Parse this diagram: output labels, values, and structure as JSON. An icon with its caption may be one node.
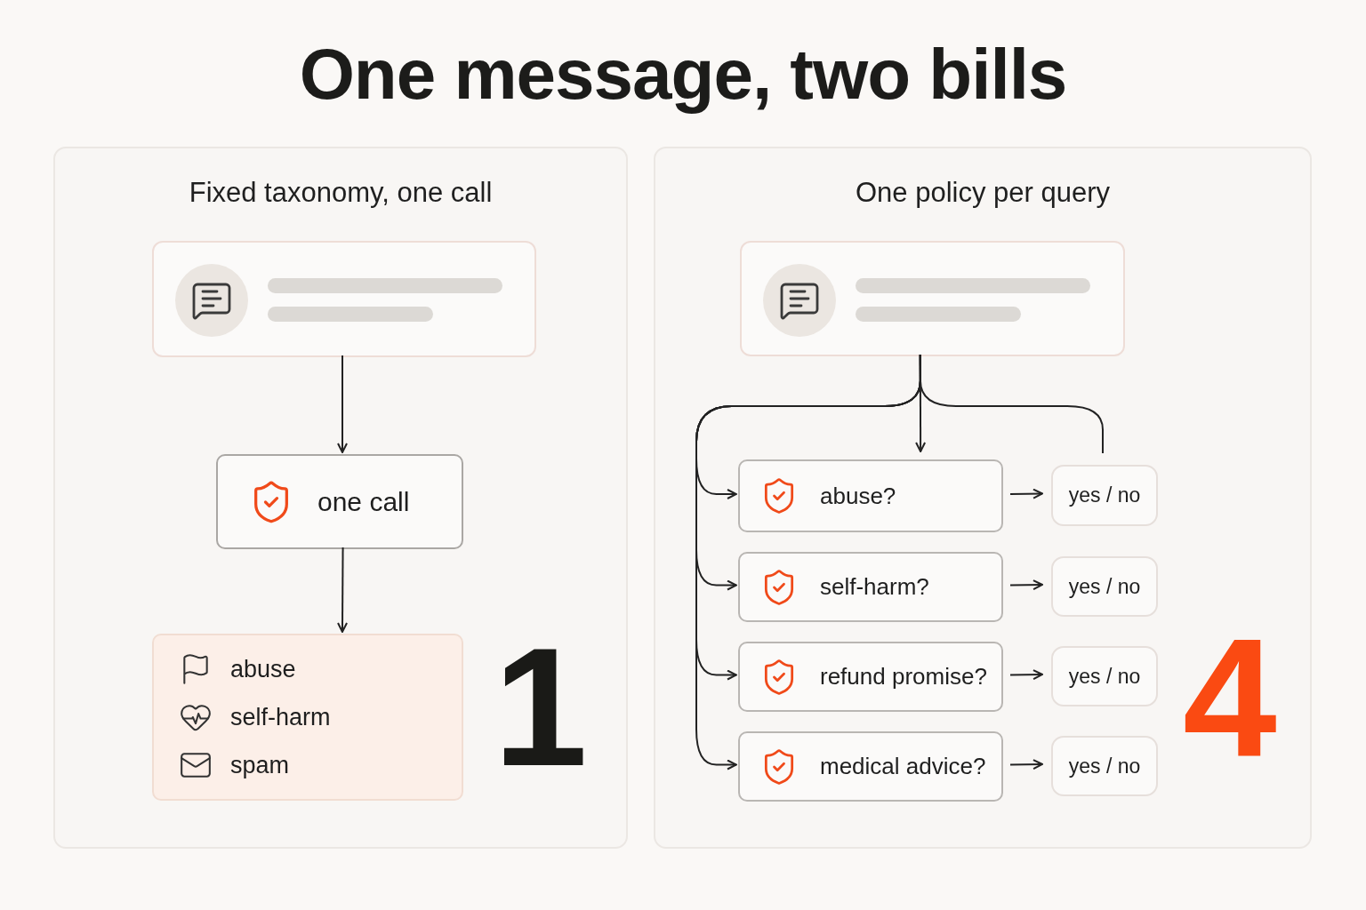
{
  "diagram": {
    "title": "One message, two bills",
    "nodes": [
      {
        "text": [
          "Fixed taxonomy, one call"
        ]
      },
      {
        "text": [],
        "shape": "box",
        "in": 0
      },
      {
        "text": [
          "one call"
        ],
        "in": 0
      },
      {
        "text": [
          "abuse",
          "self-harm",
          "spam"
        ],
        "in": 0
      },
      {
        "text": [
          "One policy per query"
        ]
      },
      {
        "text": [],
        "shape": "box",
        "in": 4
      },
      {
        "text": [
          "abuse?"
        ],
        "in": 4
      },
      {
        "text": [
          "yes / no"
        ],
        "in": 4
      },
      {
        "text": [
          "self-harm?"
        ],
        "in": 4
      },
      {
        "text": [
          "yes / no"
        ],
        "in": 4
      },
      {
        "text": [
          "refund promise?"
        ],
        "in": 4
      },
      {
        "text": [
          "yes / no"
        ],
        "in": 4
      },
      {
        "text": [
          "medical advice?"
        ],
        "in": 4
      },
      {
        "text": [
          "yes / no"
        ],
        "in": 4
      }
    ],
    "edges": [
      {
        "from": 1,
        "to": 2,
        "arrow": "to"
      },
      {
        "from": 2,
        "to": 3,
        "arrow": "to"
      },
      {
        "from": 5,
        "to": 6,
        "arrow": "to"
      },
      {
        "from": 5,
        "to": 8,
        "arrow": "to"
      },
      {
        "from": 5,
        "to": 10,
        "arrow": "to"
      },
      {
        "from": 5,
        "to": 12,
        "arrow": "to"
      },
      {
        "from": 5,
        "to": 6,
        "arrow": "to"
      },
      {
        "from": 5,
        "to": 7,
        "arrow": "none"
      },
      {
        "from": 6,
        "to": 7,
        "arrow": "to"
      },
      {
        "from": 8,
        "to": 9,
        "arrow": "to"
      },
      {
        "from": 10,
        "to": 11,
        "arrow": "to"
      },
      {
        "from": 12,
        "to": 13,
        "arrow": "to"
      }
    ],
    "labels": [
      "1",
      "4"
    ]
  }
}
